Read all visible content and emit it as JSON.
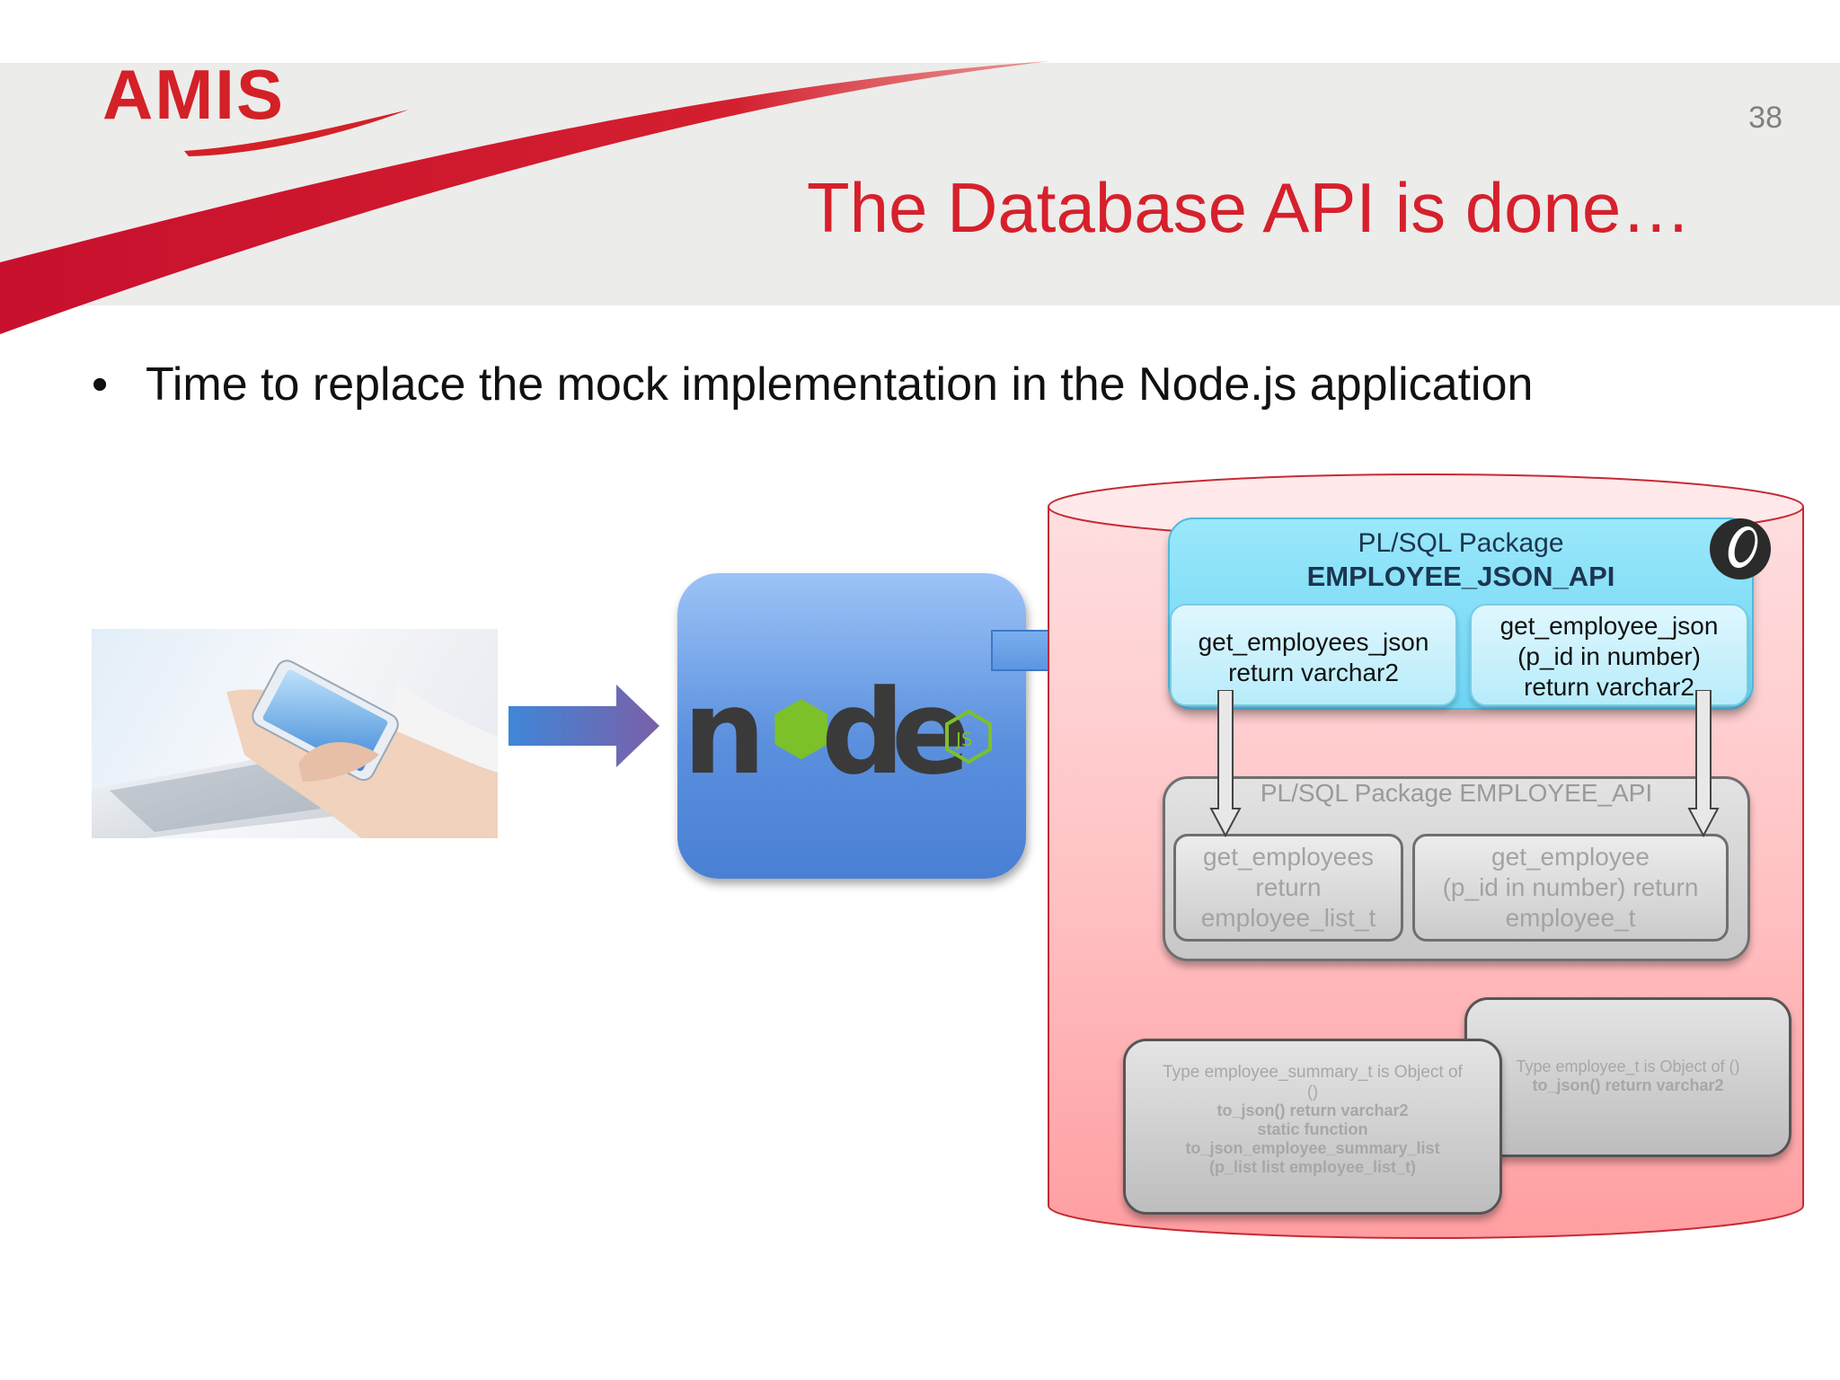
{
  "slide": {
    "logo_text": "AMIS",
    "number": "38",
    "title": "The Database API is done…",
    "bullet": "Time to replace the mock implementation in the Node.js application"
  },
  "diagram": {
    "node_logo_text": "node",
    "node_logo_badge": "JS",
    "json_api_package": {
      "title_line1": "PL/SQL Package",
      "title_line2": "EMPLOYEE_JSON_API",
      "functions": [
        {
          "lines": [
            "get_employees_json",
            "return varchar2"
          ]
        },
        {
          "lines": [
            "get_employee_json",
            "(p_id in number)",
            "return varchar2"
          ]
        }
      ]
    },
    "api_package": {
      "title": "PL/SQL Package EMPLOYEE_API",
      "functions": [
        {
          "lines": [
            "get_employees",
            "return",
            "employee_list_t"
          ]
        },
        {
          "lines": [
            "get_employee",
            "(p_id in number) return",
            "employee_t"
          ]
        }
      ]
    },
    "types": [
      {
        "lines": [
          "Type employee_summary_t is Object of",
          "()",
          "to_json() return varchar2",
          "static function",
          "to_json_employee_summary_list",
          "(p_list list employee_list_t)"
        ]
      },
      {
        "lines": [
          "Type employee_t is Object of ()",
          "to_json() return varchar2"
        ]
      }
    ],
    "colors": {
      "brand_red": "#d6202c",
      "json_package_fill": "#6cd4f3",
      "database_fill": "#ffc7c9",
      "node_box_fill": "#5b90de",
      "node_green": "#7cc02a"
    }
  }
}
